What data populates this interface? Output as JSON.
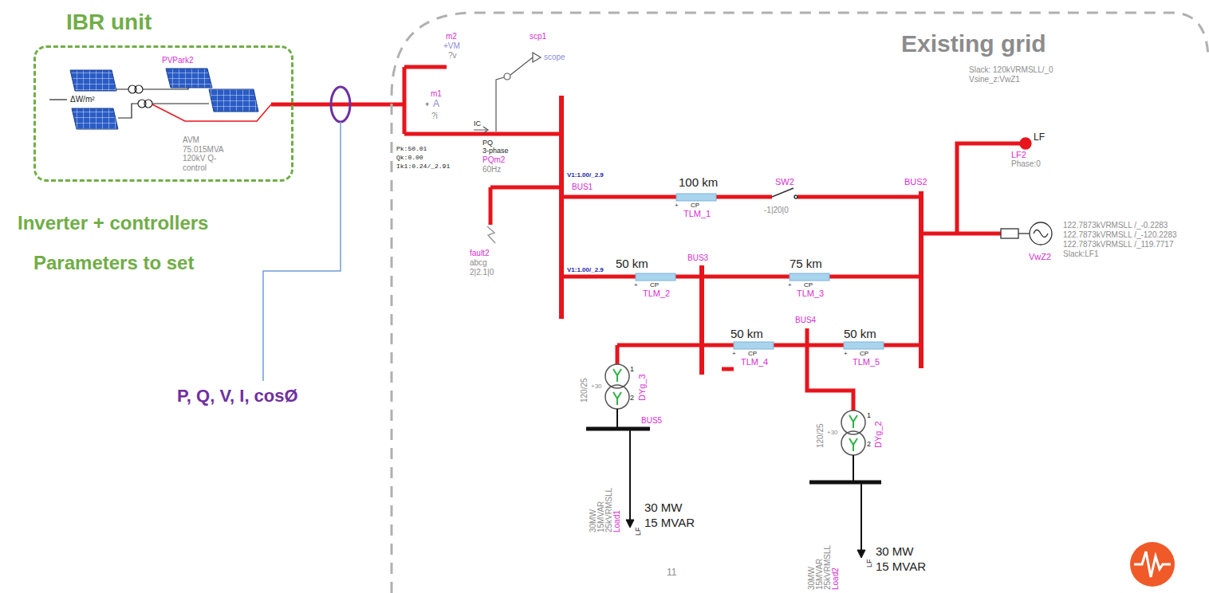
{
  "diagram": {
    "nodes": [
      {
        "text": [
          "IBR unit",
          "PVPark2",
          "AVM 75.015MVA 120kV Q-control"
        ]
      },
      {
        "text": [
          "Existing grid"
        ]
      }
    ],
    "edges": [
      {
        "from": 0,
        "to": 1,
        "arrow": "none"
      }
    ],
    "labels": [
      "ΔW/m²",
      "Inverter + controllers",
      "Parameters to set",
      "P, Q, V, I, cosØ",
      "m2",
      "+VM",
      "?v",
      "scp1",
      "scope",
      "m1",
      "+",
      "A",
      "?i",
      "IC",
      "PQ",
      "3-phase",
      "PQm2",
      "60Hz",
      "Pk:50.01",
      "Qk:0.00",
      "Ik1:0.24/_2.91",
      "V1:1.00/_2.9",
      "BUS1",
      "fault2",
      "abcg",
      "2|2.1|0",
      "100 km",
      "+",
      "CP",
      "TLM_1",
      "SW2",
      "-1|20|0",
      "BUS2",
      "Slack: 120kVRMSLL/_0",
      "Vsine_z:VwZ1",
      "LF",
      "LF2",
      "Phase:0",
      "122.7873kVRMSLL /_-0.2283",
      "122.7873kVRMSLL /_-120.2283",
      "122.7873kVRMSLL /_119.7717",
      "Slack:LF1",
      "VwZ2",
      "50 km",
      "V1:1.00/_2.9",
      "+",
      "CP",
      "TLM_2",
      "BUS3",
      "75 km",
      "+",
      "CP",
      "TLM_3",
      "BUS4",
      "50 km",
      "+",
      "CP",
      "TLM_4",
      "50 km",
      "+",
      "CP",
      "TLM_5",
      "120/25",
      "+30",
      "1",
      "2",
      "DYg_3",
      "BUS5",
      "30MW",
      "15MVAR",
      "25kVRMSLL",
      "Load1",
      "LF",
      "30 MW",
      "15 MVAR",
      "120/25",
      "+30",
      "1",
      "2",
      "DYg_2",
      "30MW",
      "15MVAR",
      "25kVRMSLL",
      "Load2",
      "LF",
      "30 MW",
      "15 MVAR",
      "11"
    ]
  }
}
